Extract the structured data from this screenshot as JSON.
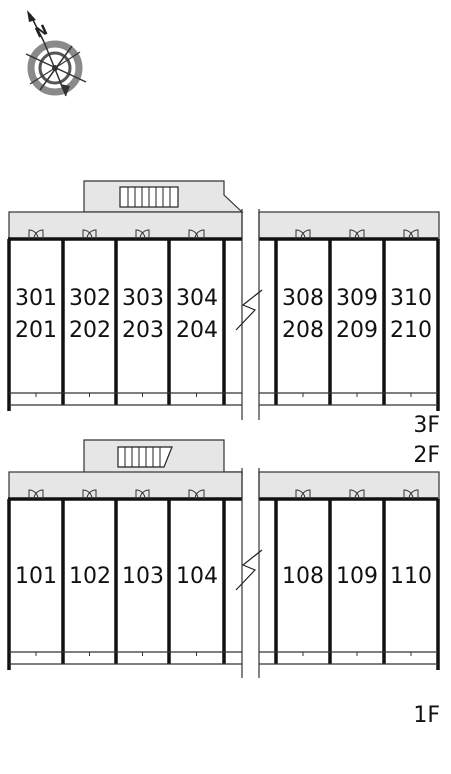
{
  "compass": {
    "letter": "N"
  },
  "upper_plan": {
    "row1_units": [
      "301",
      "302",
      "303",
      "304",
      "308",
      "309",
      "310"
    ],
    "row2_units": [
      "201",
      "202",
      "203",
      "204",
      "208",
      "209",
      "210"
    ]
  },
  "lower_plan": {
    "units": [
      "101",
      "102",
      "103",
      "104",
      "108",
      "109",
      "110"
    ]
  },
  "floor_labels": {
    "upper_a": "3F",
    "upper_b": "2F",
    "lower": "1F"
  },
  "colors": {
    "corridor": "#e6e6e6",
    "wall": "#111111",
    "line": "#333333",
    "background": "#ffffff"
  }
}
